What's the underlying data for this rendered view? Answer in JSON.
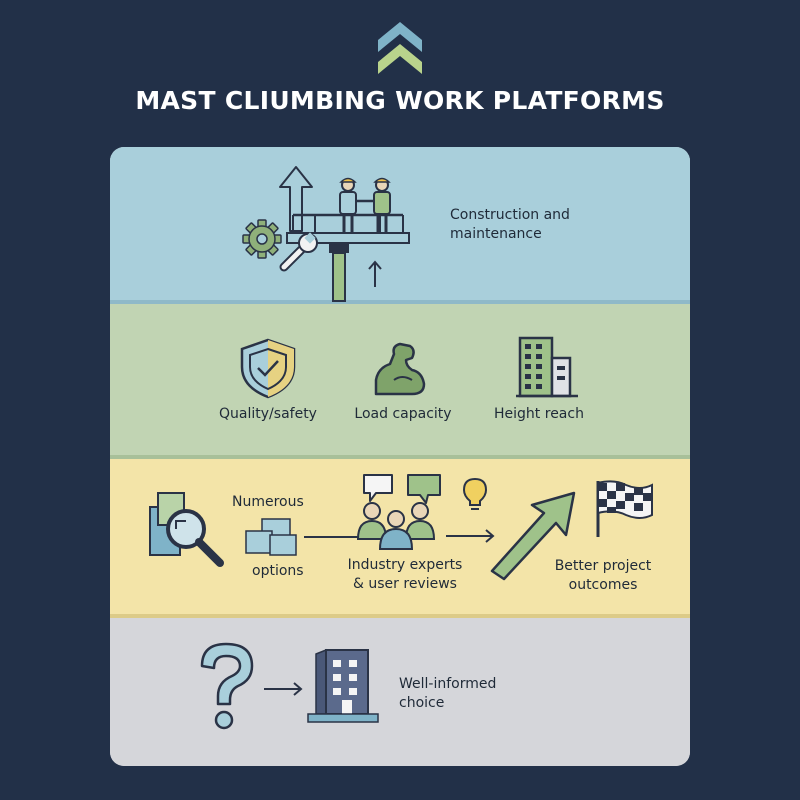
{
  "title": "MAST CLIUMBING WORK PLATFORMS",
  "colors": {
    "background": "#223048",
    "band_blue": "#a9cfdb",
    "band_green": "#c1d4b3",
    "band_yellow": "#f3e4a8",
    "band_gray": "#d5d6da",
    "accent_green": "#7fa36a",
    "accent_blue": "#7fb3c8",
    "outline": "#2a3346"
  },
  "row1": {
    "label_line1": "Construction and",
    "label_line2": "maintenance",
    "icons": [
      "up-arrow-icon",
      "gear-icon",
      "wrench-icon",
      "workers-icon",
      "platform-icon"
    ]
  },
  "row2": {
    "items": [
      {
        "label": "Quality/safety",
        "icon": "shield-check-icon"
      },
      {
        "label": "Load capacity",
        "icon": "flexed-arm-icon"
      },
      {
        "label": "Height reach",
        "icon": "building-icon"
      }
    ]
  },
  "row3": {
    "numerous": "Numerous",
    "options": "options",
    "experts_line1": "Industry experts",
    "experts_line2": "& user reviews",
    "outcomes_line1": "Better project",
    "outcomes_line2": "outcomes",
    "icons": [
      "magnifier-icon",
      "blocks-icon",
      "people-icon",
      "speech-bubble-icon",
      "lightbulb-icon",
      "trend-arrow-icon",
      "checkered-flag-icon"
    ]
  },
  "row4": {
    "label_line1": "Well-informed",
    "label_line2": "choice",
    "icons": [
      "question-mark-icon",
      "arrow-right-icon",
      "building-icon"
    ]
  }
}
